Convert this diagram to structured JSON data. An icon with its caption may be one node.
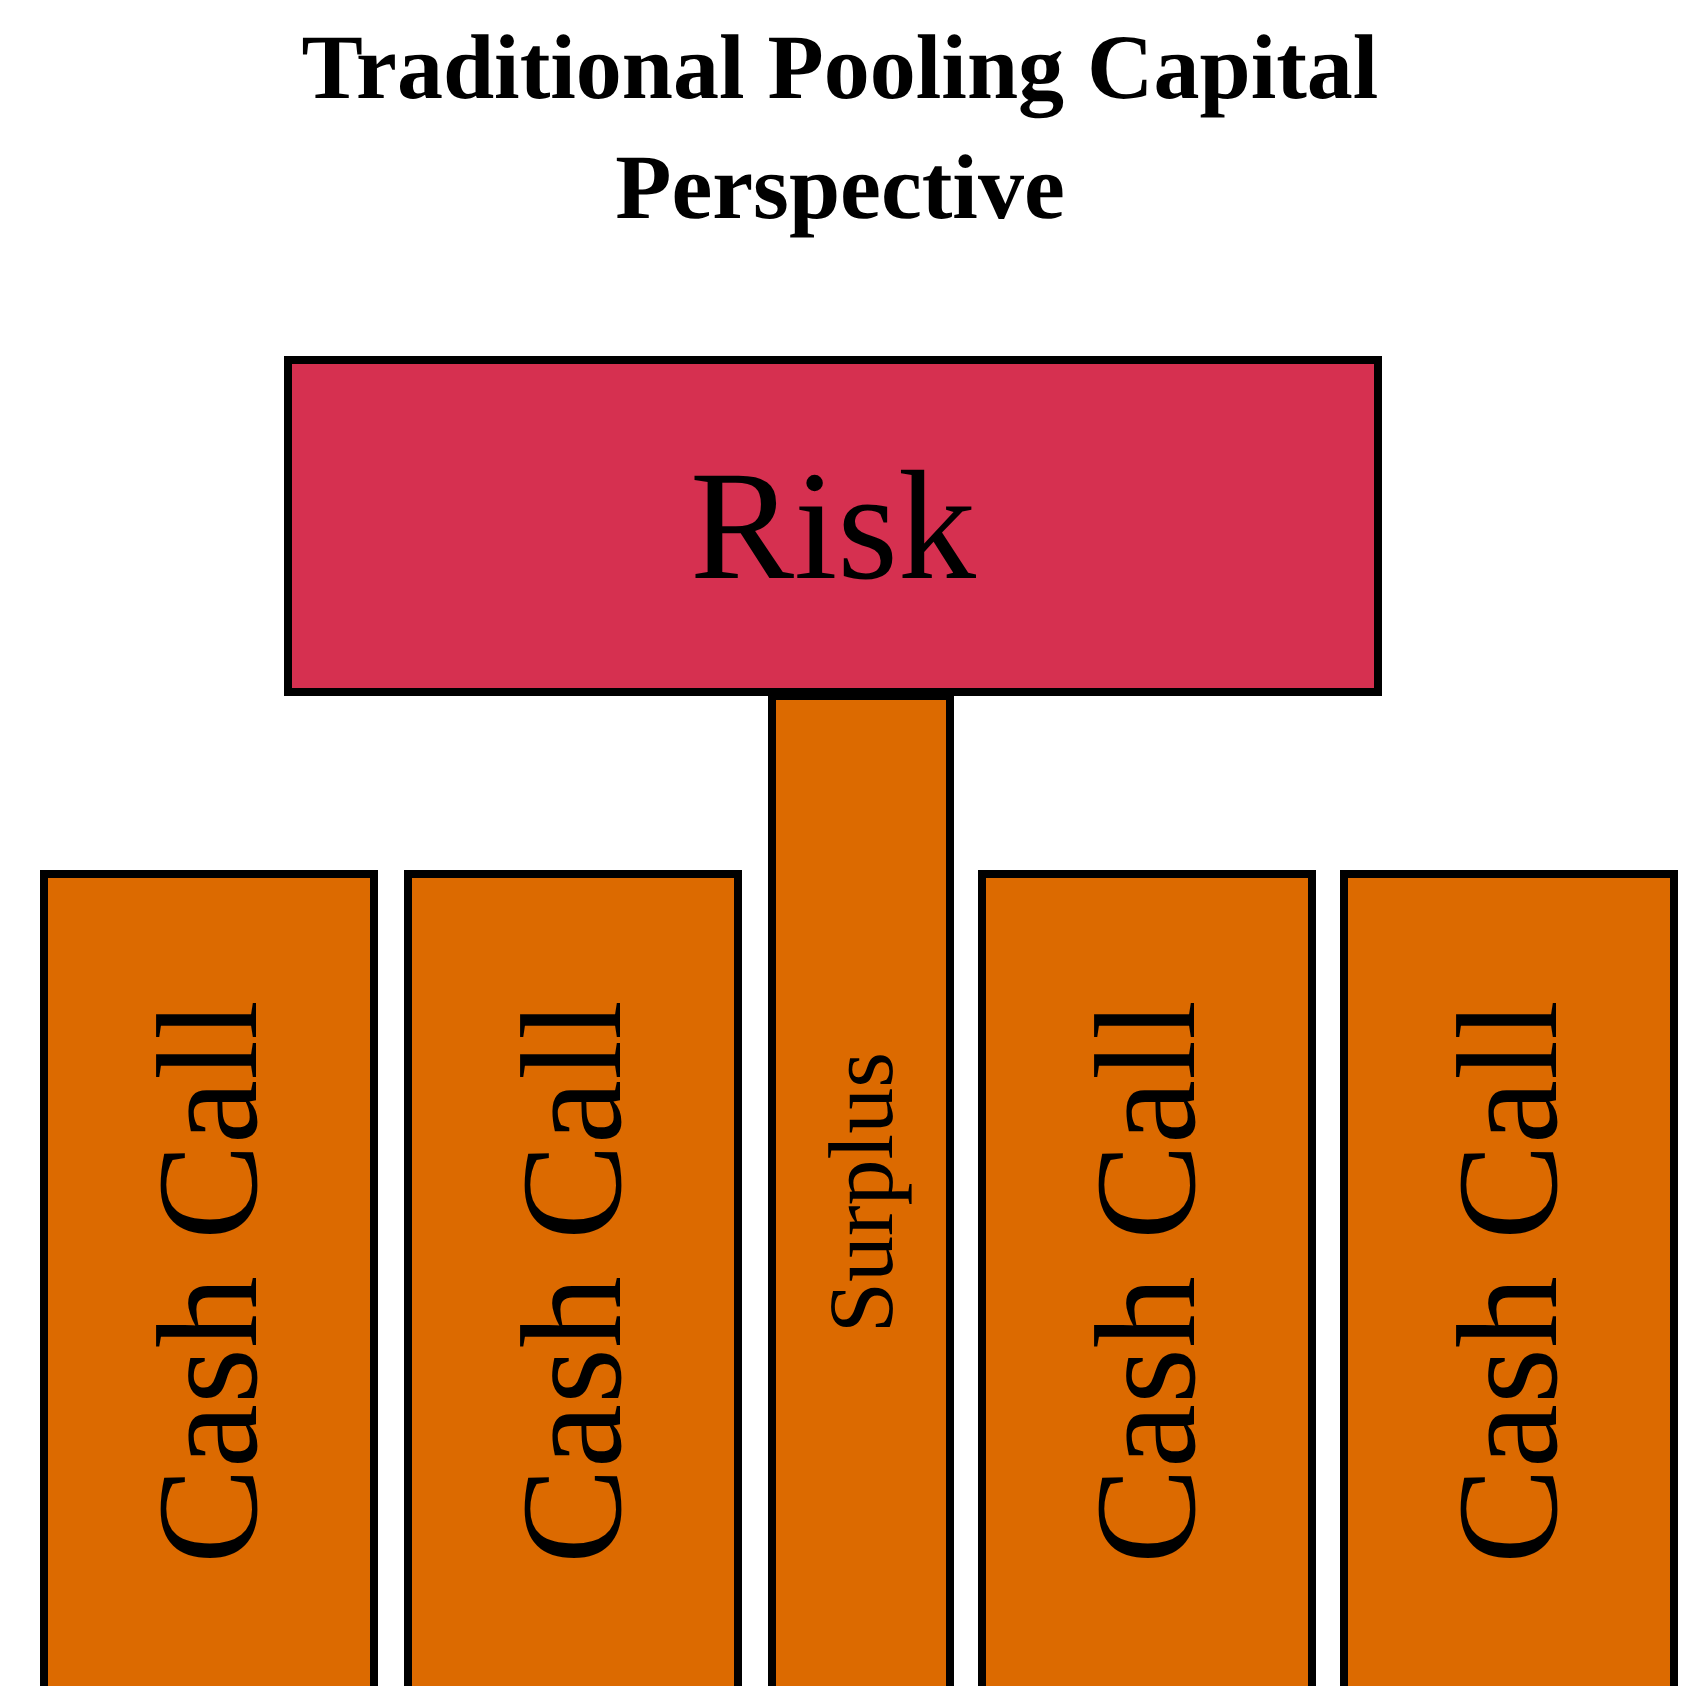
{
  "diagram": {
    "title": "Traditional Pooling Capital Perspective",
    "nodes": [
      {
        "text": [
          "Risk"
        ]
      },
      {
        "text": [
          "Cash Call"
        ]
      },
      {
        "text": [
          "Cash Call"
        ]
      },
      {
        "text": [
          "Surplus"
        ]
      },
      {
        "text": [
          "Cash Call"
        ]
      },
      {
        "text": [
          "Cash Call"
        ]
      }
    ],
    "edges": []
  }
}
